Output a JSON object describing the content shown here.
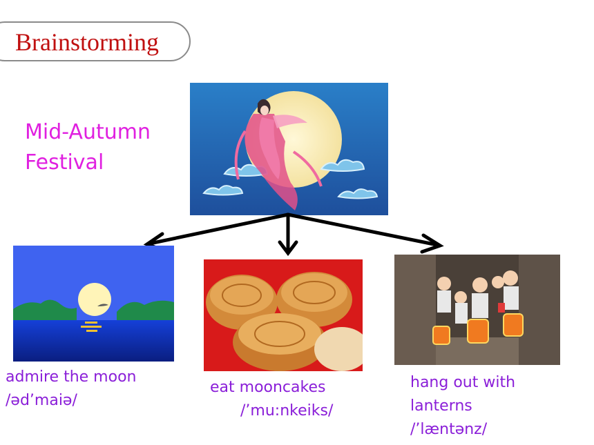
{
  "slide": {
    "title": "Brainstorming",
    "topic_line1": "Mid-Autumn",
    "topic_line2": "Festival"
  },
  "activities": [
    {
      "text": "admire the moon",
      "phonetic": "/əd’maiə/"
    },
    {
      "text": "eat mooncakes",
      "phonetic": "/’mu:nkeiks/"
    },
    {
      "text": "hang out with",
      "text2": "lanterns",
      "phonetic": "/’læntənz/"
    }
  ],
  "colors": {
    "title": "#c01010",
    "topic": "#e020e0",
    "labels": "#8a1ed8",
    "arrows": "#000000"
  },
  "icons": [
    "change-moon-goddess-image",
    "moon-over-sea-image",
    "mooncakes-image",
    "children-lanterns-image",
    "arrow-icon"
  ]
}
